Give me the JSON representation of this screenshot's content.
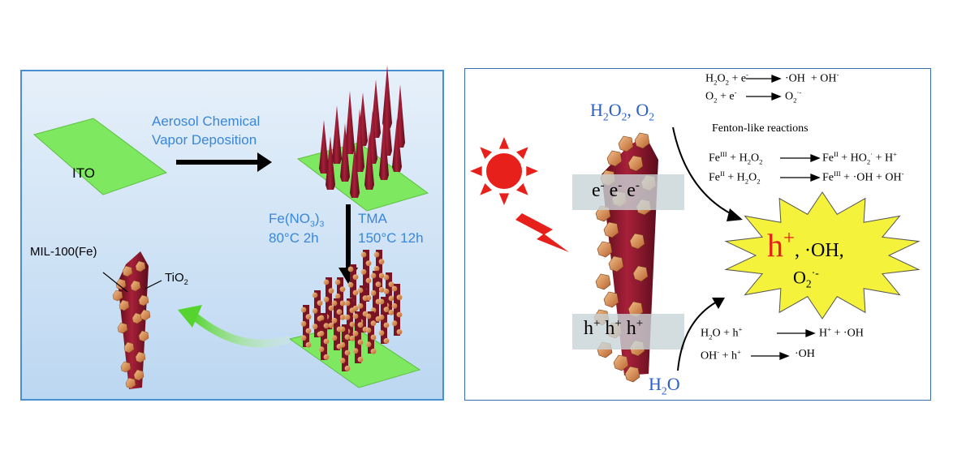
{
  "left_panel": {
    "step1_label": "ITO",
    "step1_arrow_line1": "Aerosol Chemical",
    "step1_arrow_line2": "Vapor Deposition",
    "step2_reagent_left": "Fe(NO3)3",
    "step2_reagent_left_base": "Fe(NO",
    "step2_reagent_left_sub": "3",
    "step2_reagent_left_close": ")",
    "step2_reagent_left_sub2": "3",
    "step2_cond_left": "80°C 2h",
    "step2_reagent_right": "TMA",
    "step2_cond_right": "150°C 12h",
    "label_mof": "MIL-100(Fe)",
    "label_tio2": "TiO2",
    "label_tio2_base": "TiO",
    "label_tio2_sub": "2"
  },
  "right_panel": {
    "oxidants": "H2O2, O2",
    "electrons": "e⁻ e⁻ e⁻",
    "holes": "h⁺ h⁺ h⁺",
    "water": "H2O",
    "burst_line1": "h⁺, ·OH,",
    "burst_line2": "O2·⁻",
    "fenton_title": "Fenton-like reactions",
    "reactions_electron": [
      "H2O2 + e⁻ → ·OH + OH⁻",
      "O2 + e⁻ → O2·⁻"
    ],
    "reactions_fenton": [
      "FeIII + H2O2 → FeII + HO2· + H⁺",
      "FeII + H2O2 → FeIII + ·OH + OH⁻"
    ],
    "reactions_hole": [
      "H2O + h⁺ → H⁺ + ·OH",
      "OH⁻ + h⁺ → ·OH"
    ]
  },
  "colors": {
    "substrate_green": "#7ee860",
    "rod_red": "#8a1428",
    "mof_orange": "#d98c50",
    "sun_red": "#e8201c",
    "burst_yellow": "#f4f23a",
    "text_blue": "#3a86d8"
  }
}
